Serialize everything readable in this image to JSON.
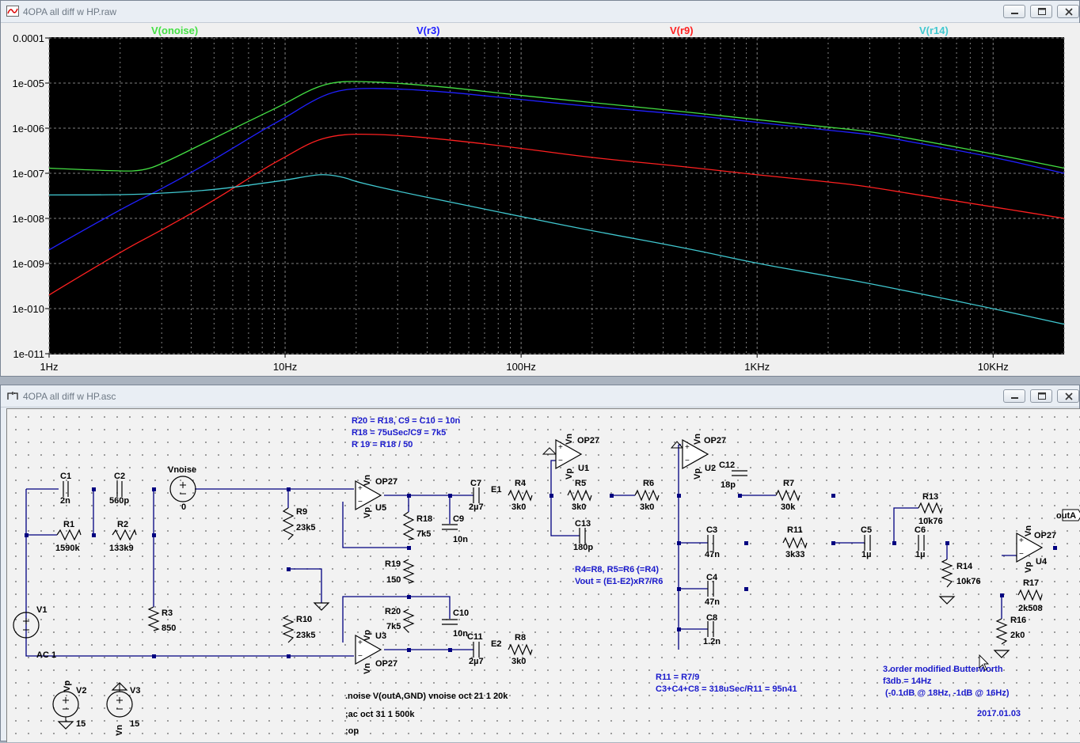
{
  "waveform_window": {
    "title": "4OPA all diff w HP.raw",
    "buttons": [
      "minimize",
      "maximize",
      "close"
    ]
  },
  "schematic_window": {
    "title": "4OPA all diff w HP.asc",
    "buttons": [
      "minimize",
      "maximize",
      "close"
    ]
  },
  "colors": {
    "plot_background": "#000000",
    "grid": "#808080",
    "onoise": "#44e044",
    "r3": "#2020ff",
    "r9": "#ff2020",
    "r14": "#40c8d0",
    "wire": "#000080",
    "comment": "#1a1acc"
  },
  "chart_data": {
    "type": "line",
    "x_scale": "log",
    "y_scale": "log",
    "xlim": [
      1,
      20000
    ],
    "ylim": [
      1e-11,
      0.0001
    ],
    "x_ticks": [
      "1Hz",
      "10Hz",
      "100Hz",
      "1KHz",
      "10KHz"
    ],
    "y_ticks": [
      "0.0001",
      "1e-005",
      "1e-006",
      "1e-007",
      "1e-008",
      "1e-009",
      "1e-010",
      "1e-011"
    ],
    "legend_placement": "top",
    "grid": true,
    "series": [
      {
        "name": "V(onoise)",
        "color": "#44e044",
        "points": [
          [
            1,
            1.3e-07
          ],
          [
            2,
            1.1e-07
          ],
          [
            2.5,
            1.15e-07
          ],
          [
            3,
            1.6e-07
          ],
          [
            5,
            6e-07
          ],
          [
            8,
            2e-06
          ],
          [
            10,
            3.5e-06
          ],
          [
            13,
            7.5e-06
          ],
          [
            16,
            1.05e-05
          ],
          [
            20,
            1.1e-05
          ],
          [
            30,
            1e-05
          ],
          [
            50,
            8e-06
          ],
          [
            100,
            5.3e-06
          ],
          [
            200,
            3.7e-06
          ],
          [
            500,
            2.3e-06
          ],
          [
            1000,
            1.55e-06
          ],
          [
            2000,
            1.05e-06
          ],
          [
            3000,
            8.5e-07
          ],
          [
            5000,
            5.3e-07
          ],
          [
            10000,
            2.7e-07
          ],
          [
            20000,
            1.3e-07
          ]
        ]
      },
      {
        "name": "V(r3)",
        "color": "#2020ff",
        "points": [
          [
            1,
            2e-09
          ],
          [
            2,
            1.6e-08
          ],
          [
            3,
            4.5e-08
          ],
          [
            5,
            2e-07
          ],
          [
            8,
            9e-07
          ],
          [
            10,
            1.7e-06
          ],
          [
            13,
            4e-06
          ],
          [
            16,
            6.5e-06
          ],
          [
            20,
            7.7e-06
          ],
          [
            30,
            7.5e-06
          ],
          [
            50,
            6.3e-06
          ],
          [
            100,
            4.3e-06
          ],
          [
            200,
            3e-06
          ],
          [
            500,
            2e-06
          ],
          [
            1000,
            1.35e-06
          ],
          [
            2000,
            9e-07
          ],
          [
            3000,
            7.3e-07
          ],
          [
            5000,
            4.5e-07
          ],
          [
            10000,
            2.3e-07
          ],
          [
            20000,
            1e-07
          ]
        ]
      },
      {
        "name": "V(r9)",
        "color": "#ff2020",
        "points": [
          [
            1,
            2e-10
          ],
          [
            2,
            1.8e-09
          ],
          [
            3,
            5.5e-09
          ],
          [
            5,
            2.5e-08
          ],
          [
            8,
            1.2e-07
          ],
          [
            10,
            2.3e-07
          ],
          [
            13,
            5e-07
          ],
          [
            16,
            6.8e-07
          ],
          [
            20,
            7.5e-07
          ],
          [
            30,
            7e-07
          ],
          [
            50,
            5.5e-07
          ],
          [
            100,
            3.6e-07
          ],
          [
            200,
            2.2e-07
          ],
          [
            500,
            1.4e-07
          ],
          [
            1000,
            9.2e-08
          ],
          [
            2000,
            6.5e-08
          ],
          [
            3000,
            5e-08
          ],
          [
            5000,
            3.2e-08
          ],
          [
            10000,
            1.8e-08
          ],
          [
            20000,
            1e-08
          ]
        ]
      },
      {
        "name": "V(r14)",
        "color": "#40c8d0",
        "points": [
          [
            1,
            3.3e-08
          ],
          [
            2,
            3.3e-08
          ],
          [
            3,
            3.6e-08
          ],
          [
            5,
            4.3e-08
          ],
          [
            8,
            6e-08
          ],
          [
            10,
            7e-08
          ],
          [
            13,
            9e-08
          ],
          [
            15,
            9.5e-08
          ],
          [
            18,
            8e-08
          ],
          [
            20,
            6.5e-08
          ],
          [
            30,
            4e-08
          ],
          [
            50,
            2.3e-08
          ],
          [
            100,
            1.1e-08
          ],
          [
            200,
            5.3e-09
          ],
          [
            500,
            2.2e-09
          ],
          [
            1000,
            1e-09
          ],
          [
            2000,
            5.3e-10
          ],
          [
            3000,
            3.6e-10
          ],
          [
            5000,
            2.1e-10
          ],
          [
            10000,
            1e-10
          ],
          [
            20000,
            4.5e-11
          ]
        ]
      }
    ]
  },
  "schematic": {
    "components": [
      {
        "ref": "C1",
        "value": "2n"
      },
      {
        "ref": "C2",
        "value": "560p"
      },
      {
        "ref": "R1",
        "value": "1590k"
      },
      {
        "ref": "R2",
        "value": "133k9"
      },
      {
        "ref": "Vnoise",
        "value": "0"
      },
      {
        "ref": "R3",
        "value": "850"
      },
      {
        "ref": "V1",
        "value": "AC 1"
      },
      {
        "ref": "V2",
        "value": "15"
      },
      {
        "ref": "V3",
        "value": "15"
      },
      {
        "ref": "R9",
        "value": "23k5"
      },
      {
        "ref": "R10",
        "value": "23k5"
      },
      {
        "ref": "R18",
        "value": "7k5"
      },
      {
        "ref": "R19",
        "value": "150"
      },
      {
        "ref": "R20",
        "value": "7k5"
      },
      {
        "ref": "C9",
        "value": "10n"
      },
      {
        "ref": "C10",
        "value": "10n"
      },
      {
        "ref": "C7",
        "value": "2µ7"
      },
      {
        "ref": "C11",
        "value": "2µ7"
      },
      {
        "ref": "R4",
        "value": "3k0"
      },
      {
        "ref": "R5",
        "value": "3k0"
      },
      {
        "ref": "R6",
        "value": "3k0"
      },
      {
        "ref": "R8",
        "value": "3k0"
      },
      {
        "ref": "C13",
        "value": "180p"
      },
      {
        "ref": "C12",
        "value": "18p"
      },
      {
        "ref": "R7",
        "value": "30k"
      },
      {
        "ref": "C3",
        "value": "47n"
      },
      {
        "ref": "C4",
        "value": "47n"
      },
      {
        "ref": "C8",
        "value": "1.2n"
      },
      {
        "ref": "R11",
        "value": "3k33"
      },
      {
        "ref": "C5",
        "value": "1µ"
      },
      {
        "ref": "C6",
        "value": "1µ"
      },
      {
        "ref": "R13",
        "value": "10k76"
      },
      {
        "ref": "R14",
        "value": "10k76"
      },
      {
        "ref": "R17",
        "value": "2k508"
      },
      {
        "ref": "R16",
        "value": "2k0"
      }
    ],
    "opamps": [
      {
        "ref": "U5",
        "model": "OP27"
      },
      {
        "ref": "U3",
        "model": "OP27"
      },
      {
        "ref": "U1",
        "model": "OP27"
      },
      {
        "ref": "U2",
        "model": "OP27"
      },
      {
        "ref": "U4",
        "model": "OP27"
      }
    ],
    "supply_labels": {
      "vn": "Vn",
      "vp": "Vp"
    },
    "net_labels": {
      "e1": "E1",
      "e2": "E2",
      "out": "outA"
    },
    "notes": {
      "n1": "R20 = R18, C9 = C10 = 10n",
      "n2": "R18 = 75uSec/C9 = 7k5",
      "n3": "R 19 = R18 / 50",
      "n4": "R4=R8, R5=R6 (=R4)",
      "n5": "Vout = (E1-E2)xR7/R6",
      "n6": "R11 = R7/9",
      "n7": "C3+C4+C8 = 318uSec/R11 = 95n41",
      "n8": "3.order modified Butterworth",
      "n9": "f3db = 14Hz",
      "n10": "(-0.1dB @ 18Hz, -1dB @ 16Hz)",
      "n11": "2017.01.03"
    },
    "directives": {
      "d1": ".noise V(outA,GND) vnoise oct 21 1 20k",
      "d2": ";ac oct 31 1 500k",
      "d3": ";op"
    }
  }
}
